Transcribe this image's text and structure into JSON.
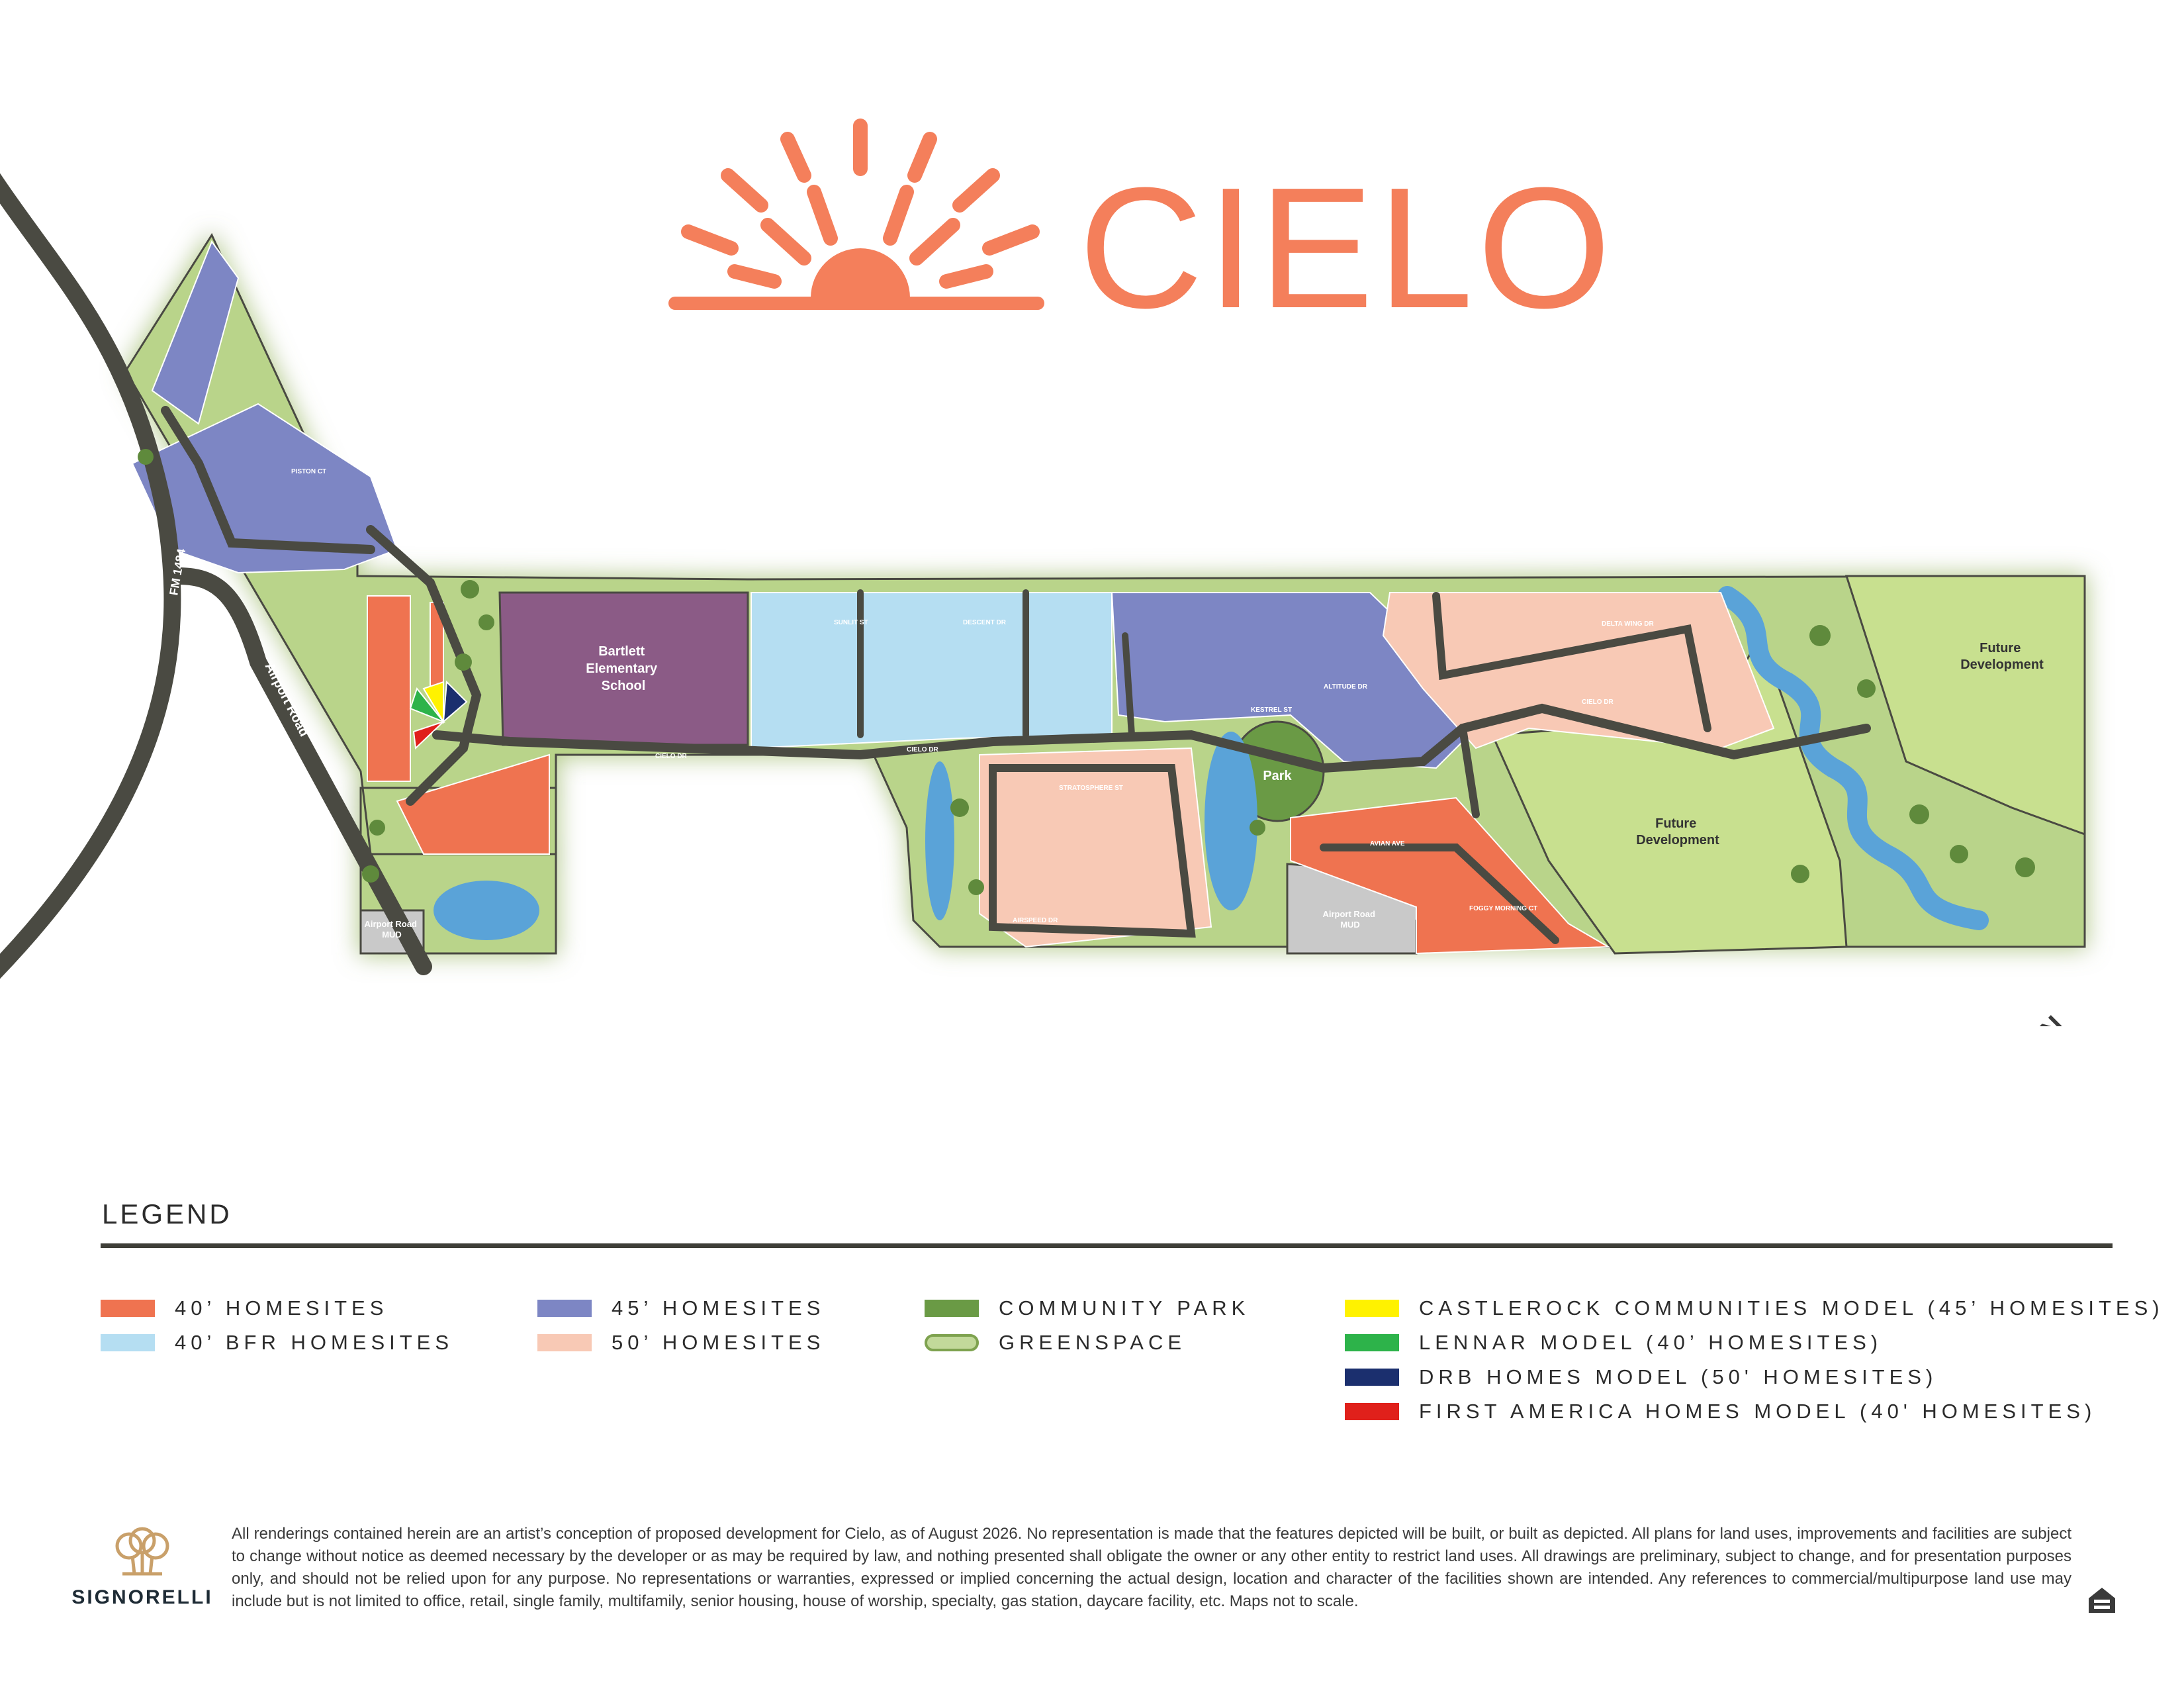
{
  "brand": {
    "name": "CIELO",
    "color": "#f47f5b",
    "logo_icon": "sunrise-icon"
  },
  "map": {
    "roads": {
      "fm": "FM 1484",
      "airport": "Airport Road"
    },
    "areas": {
      "school": "Bartlett\nElementary\nSchool",
      "park": "Park",
      "future_center": "Future\nDevelopment",
      "future_east": "Future\nDevelopment",
      "mud_west": "Airport Road\nMUD",
      "mud_east": "Airport Road\nMUD"
    },
    "streets": [
      "CIELO DR",
      "CIELO DR",
      "CIELO DR",
      "STRATOSPHERE ST",
      "AIRSPEED DR",
      "AVIAN AVE",
      "FOGGY MORNING CT",
      "DELTA WING DR",
      "PISTON CT",
      "SUNLIT ST",
      "DESCENT DR",
      "KESTREL ST",
      "ALTITUDE DR"
    ],
    "north_label": "N",
    "colors": {
      "homesite_40": "#ef7350",
      "homesite_40_bfr": "#b5def2",
      "homesite_45": "#7d86c4",
      "homesite_50": "#f8c9b5",
      "community_park": "#6a9a45",
      "greenspace": "#c2d99a",
      "future_development": "#c8e08f",
      "school": "#8b5b86",
      "water": "#5aa3d8",
      "road": "#4a4a42",
      "mud": "#c9c9c9",
      "model_castlerock": "#fff200",
      "model_lennar": "#2db34a",
      "model_drb": "#1b2f6e",
      "model_first_america": "#e0201b"
    }
  },
  "legend": {
    "title": "LEGEND",
    "columns": [
      [
        {
          "label": "40’ HOMESITES",
          "color": "#ef7350"
        },
        {
          "label": "40’ BFR HOMESITES",
          "color": "#b5def2"
        }
      ],
      [
        {
          "label": "45’ HOMESITES",
          "color": "#7d86c4"
        },
        {
          "label": "50’ HOMESITES",
          "color": "#f8c9b5"
        }
      ],
      [
        {
          "label": "COMMUNITY PARK",
          "color": "#6a9a45"
        },
        {
          "label": "GREENSPACE",
          "color": "#c2d99a",
          "icon": "greenspace-trees-icon"
        }
      ],
      [
        {
          "label": "CASTLEROCK COMMUNITIES MODEL  (45’ HOMESITES)",
          "color": "#fff200"
        },
        {
          "label": "LENNAR MODEL (40’ HOMESITES)",
          "color": "#2db34a"
        },
        {
          "label": "DRB HOMES MODEL (50' HOMESITES)",
          "color": "#1b2f6e"
        },
        {
          "label": "FIRST AMERICA HOMES MODEL (40' HOMESITES)",
          "color": "#e0201b"
        }
      ]
    ]
  },
  "footer": {
    "developer": "SIGNORELLI",
    "developer_icon": "signorelli-trees-icon",
    "equal_housing_icon": "equal-housing-icon",
    "disclaimer": "All renderings contained herein are an artist’s conception of proposed development for Cielo, as of August 2026. No representation is made that the features depicted will be built, or built as depicted. All plans for land uses, improvements and facilities are subject to change without notice as deemed necessary by the developer or as may be required by law, and nothing presented shall obligate the owner or any other entity to restrict land uses. All drawings are preliminary, subject to change, and for presentation purposes only, and should not be relied upon for any purpose. No representations or warranties, expressed or implied concerning the actual design, location and character of the facilities shown are intended. Any references to commercial/multipurpose land use may include but is not limited to office, retail, single family, multifamily, senior housing, house of worship, specialty, gas station, daycare facility, etc. Maps not to scale."
  }
}
